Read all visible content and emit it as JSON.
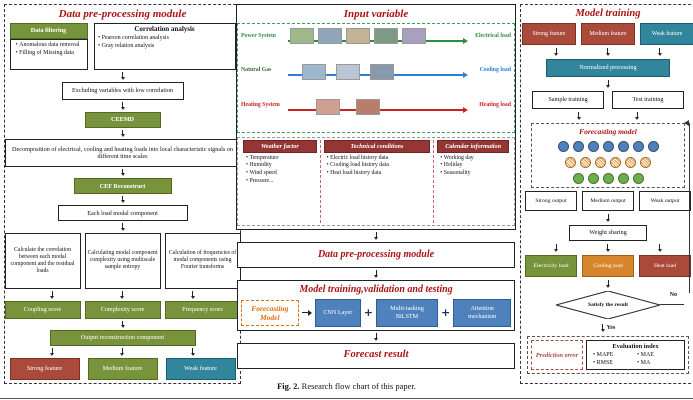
{
  "colors": {
    "title-red": "#aa1212",
    "green": "#77933c",
    "brick": "#a94a3a",
    "teal": "#31859c",
    "blue": "#4f81bd",
    "maroon": "#943634",
    "orange": "#e36c0a",
    "gold": "#d7862c"
  },
  "caption": {
    "label": "Fig. 2.",
    "text": " Research flow chart of this paper."
  },
  "left": {
    "title": "Data pre-processing module",
    "filtering_title": "Data filtering",
    "filtering_items": [
      "Anomalous data removal",
      "Filling of Missing data"
    ],
    "correlation_title": "Correlation analysis",
    "correlation_items": [
      "Pearson correlation analysis",
      "Gray relation analysis"
    ],
    "excluding": "Excluding variables with low correlation",
    "ceemd": "CEEMD",
    "decomposition": "Decomposition of electrical, cooling and heating loads into local characteristic signals on different time scales",
    "cef": "CEF Reconstruct",
    "each_load": "Each load modal component",
    "branches": [
      "Calculate the correlation between each modal component and the residual loads",
      "Calculating modal component complexity using multiscale sample entropy",
      "Calculation of frequencies of modal components using Fourier transforms"
    ],
    "scores": [
      "Coupling score",
      "Complexity score",
      "Frequency score"
    ],
    "output_reconstruction": "Output reconstruction component",
    "features": [
      "Strong feature",
      "Medium feature",
      "Weak feature"
    ]
  },
  "middle": {
    "input_title": "Input variable",
    "illustration": {
      "power_system": "Power System",
      "natural_gas": "Natural Gas",
      "heating_system": "Heating System",
      "electrical_load": "Electrical load",
      "cooling_load": "Cooling load",
      "heating_load": "Heating load"
    },
    "weather_title": "Weather factor",
    "weather_items": [
      "Temperature",
      "Humidity",
      "Wind speed",
      "Pressure..."
    ],
    "technical_title": "Technical conditions",
    "technical_items": [
      "Electric load history data",
      "Cooling load history data",
      "Heat load history data"
    ],
    "calendar_title": "Calendar information",
    "calendar_items": [
      "Working day",
      "Holiday",
      "Seasonality"
    ],
    "preprocessing_title": "Data pre-processing module",
    "training_title": "Model training,validation and testing",
    "forecasting_model": "Forecasting Model",
    "components": [
      "CNN Layer",
      "Multi-tasking BiLSTM",
      "Attention mechanism"
    ],
    "plus": "+",
    "forecast_result": "Forecast result"
  },
  "right": {
    "title": "Model training",
    "features": [
      "Strong feature",
      "Medium feature",
      "Weak feature"
    ],
    "normalized": "Normalized processing",
    "sample_training": "Sample training",
    "test_training": "Test training",
    "forecasting_model_title": "Forecasting model",
    "outputs": [
      "Strong output",
      "Medium output",
      "Weak output"
    ],
    "weight_sharing": "Weight sharing",
    "loads": [
      "Electricity load",
      "Cooling load",
      "Heat load"
    ],
    "decision": "Satisfy the result",
    "no_label": "No",
    "yes_label": "Yes",
    "prediction_error": "Prediction error",
    "evaluation_title": "Evaluation index",
    "evaluation_items": [
      "MAPE",
      "MAE",
      "RMSE",
      "MA"
    ]
  }
}
